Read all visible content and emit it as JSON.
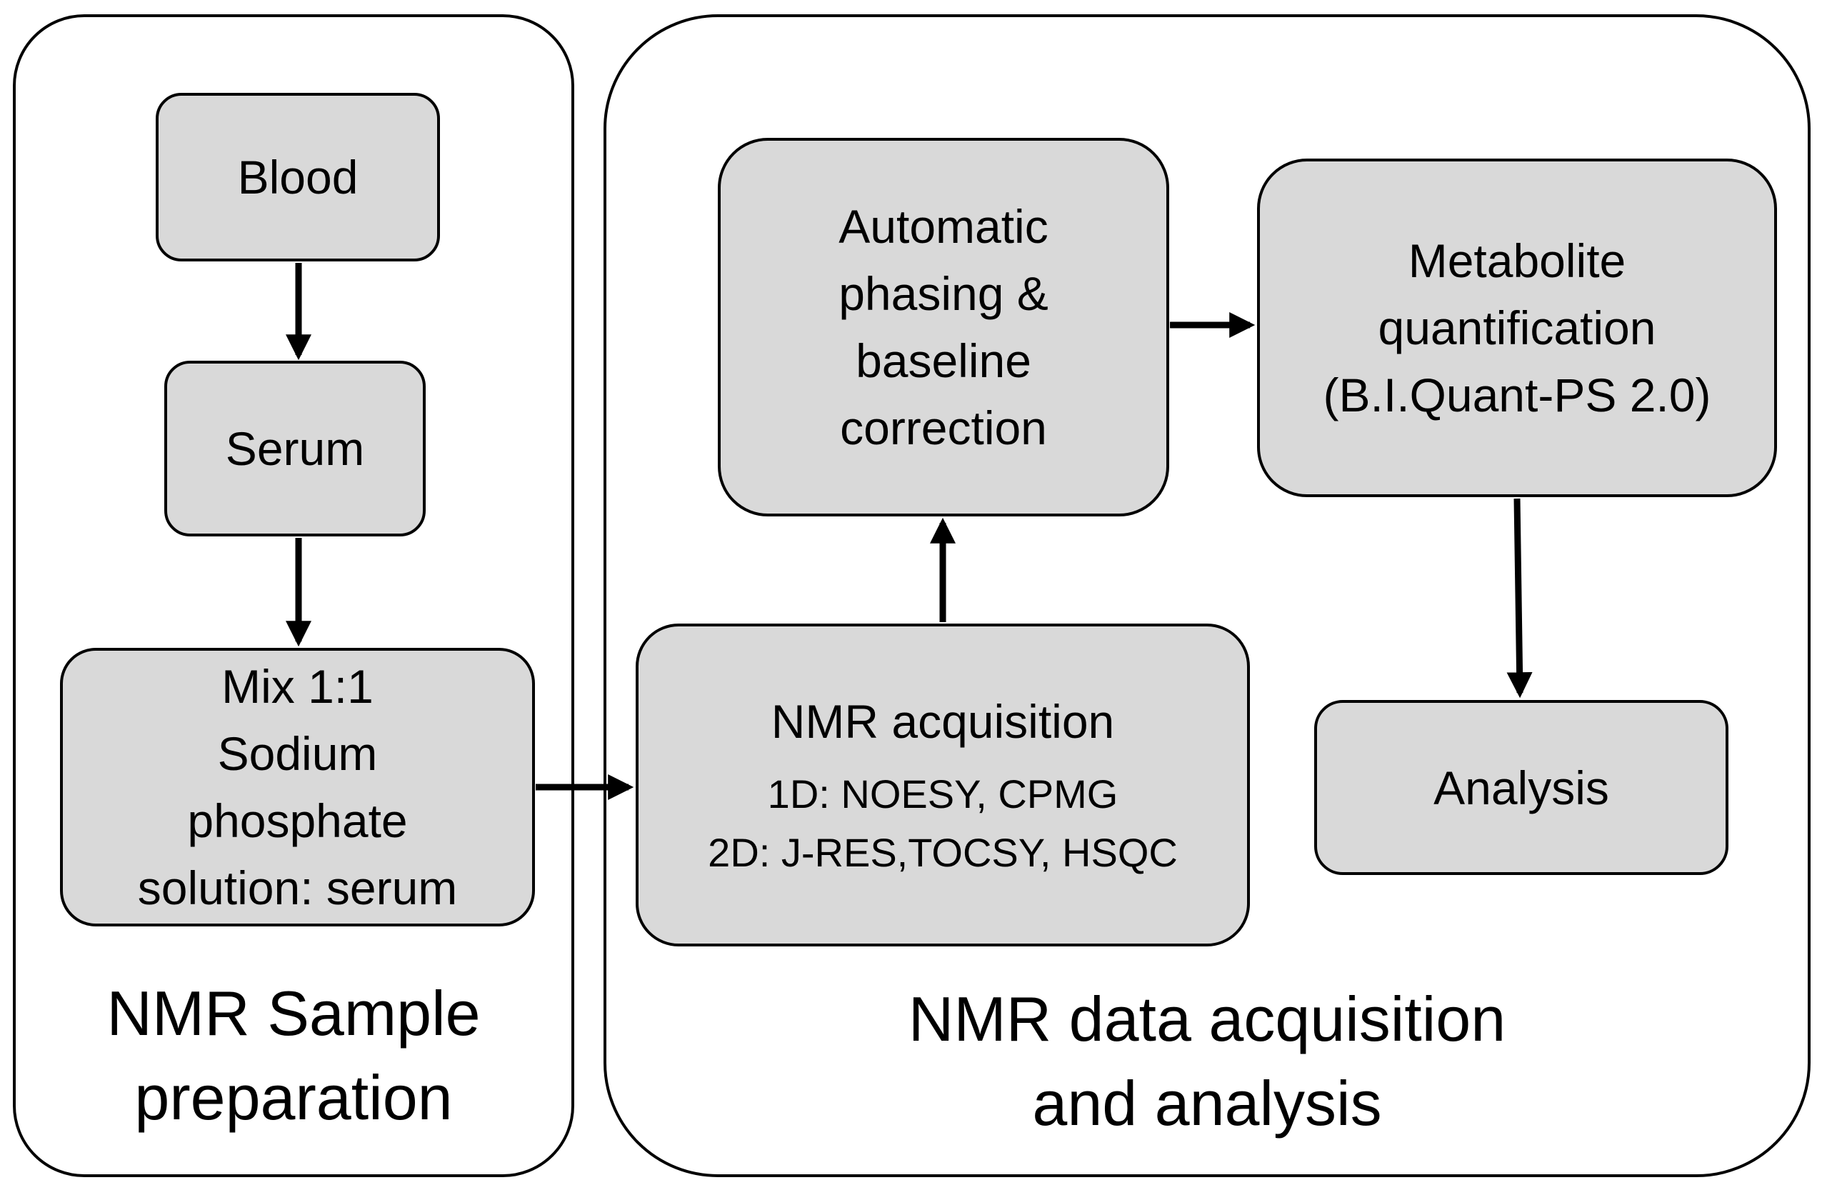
{
  "panels": {
    "sample_prep": {
      "title": "NMR Sample\npreparation"
    },
    "data_analysis": {
      "title": "NMR data acquisition\nand analysis"
    }
  },
  "boxes": {
    "blood": {
      "label": "Blood"
    },
    "serum": {
      "label": "Serum"
    },
    "mix": {
      "label": "Mix 1:1\nSodium\nphosphate\nsolution: serum"
    },
    "nmr_acquisition": {
      "label": "NMR acquisition",
      "detail": "1D: NOESY, CPMG\n2D: J-RES,TOCSY, HSQC"
    },
    "phasing": {
      "label": "Automatic\nphasing &\nbaseline\ncorrection"
    },
    "quantification": {
      "label": "Metabolite\nquantification\n(B.I.Quant-PS 2.0)"
    },
    "analysis": {
      "label": "Analysis"
    }
  },
  "colors": {
    "box_fill": "#d9d9d9",
    "stroke": "#000000",
    "background": "#ffffff"
  }
}
